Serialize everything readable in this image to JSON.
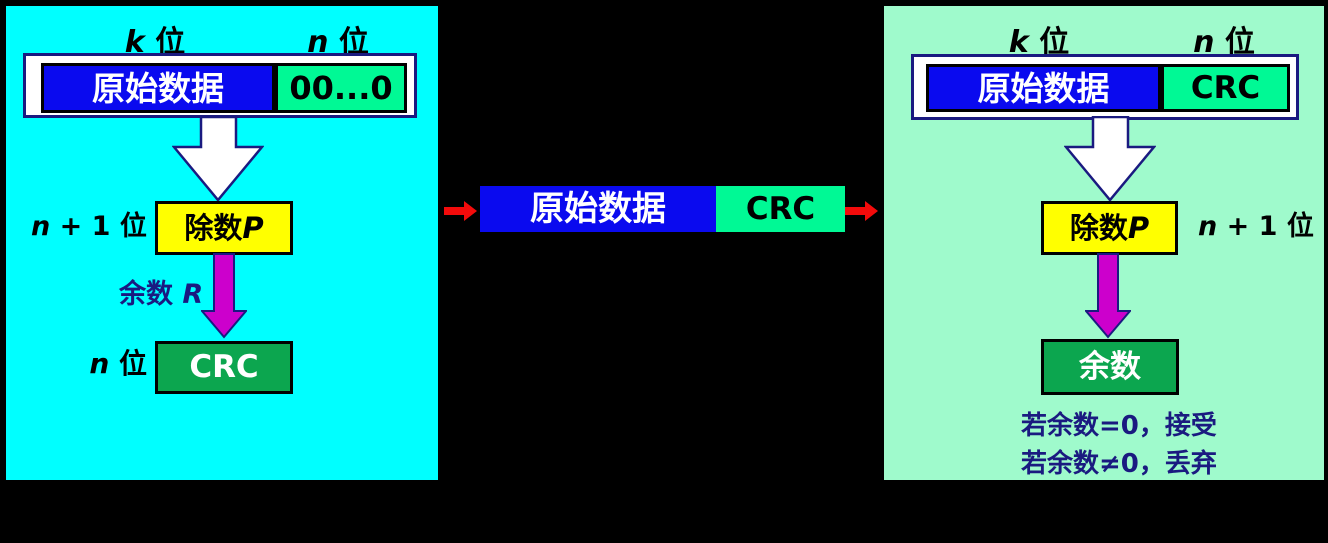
{
  "colors": {
    "canvas-bg": "#000000",
    "sender-bg": "#00FFFF",
    "receiver-bg": "#9FFACC",
    "data-blue": "#0A0AEF",
    "crc-green": "#00F995",
    "result-green": "#0CA64F",
    "divisor-yellow": "#FFFF00",
    "arrow-magenta": "#CC00CC",
    "arrow-red": "#F30B0B",
    "outline-navy": "#1A1A80"
  },
  "sender": {
    "k_label": {
      "pre": "",
      "it": "k",
      "post": " 位"
    },
    "n_label": {
      "pre": "",
      "it": "n",
      "post": " 位"
    },
    "data_label": "原始数据",
    "zeros_label": "00...0",
    "n_plus_1_label": {
      "pre": "",
      "it": "n",
      "post": " + 1 位"
    },
    "divisor_label": {
      "pre": "除数 ",
      "it": "P",
      "post": ""
    },
    "remainder_label": {
      "pre": "余数 ",
      "it": "R",
      "post": ""
    },
    "crc_label": "CRC",
    "n_bits_label": {
      "pre": "",
      "it": "n",
      "post": " 位"
    }
  },
  "channel": {
    "data_label": "原始数据",
    "crc_label": "CRC"
  },
  "receiver": {
    "k_label": {
      "pre": "",
      "it": "k",
      "post": " 位"
    },
    "n_label": {
      "pre": "",
      "it": "n",
      "post": " 位"
    },
    "data_label": "原始数据",
    "crc_label": "CRC",
    "divisor_label": {
      "pre": "除数 ",
      "it": "P",
      "post": ""
    },
    "n_plus_1_label": {
      "pre": "",
      "it": "n",
      "post": " + 1 位"
    },
    "remainder_box_label": "余数",
    "note_line1": "若余数=0，接受",
    "note_line2": "若余数≠0，丢弃"
  }
}
